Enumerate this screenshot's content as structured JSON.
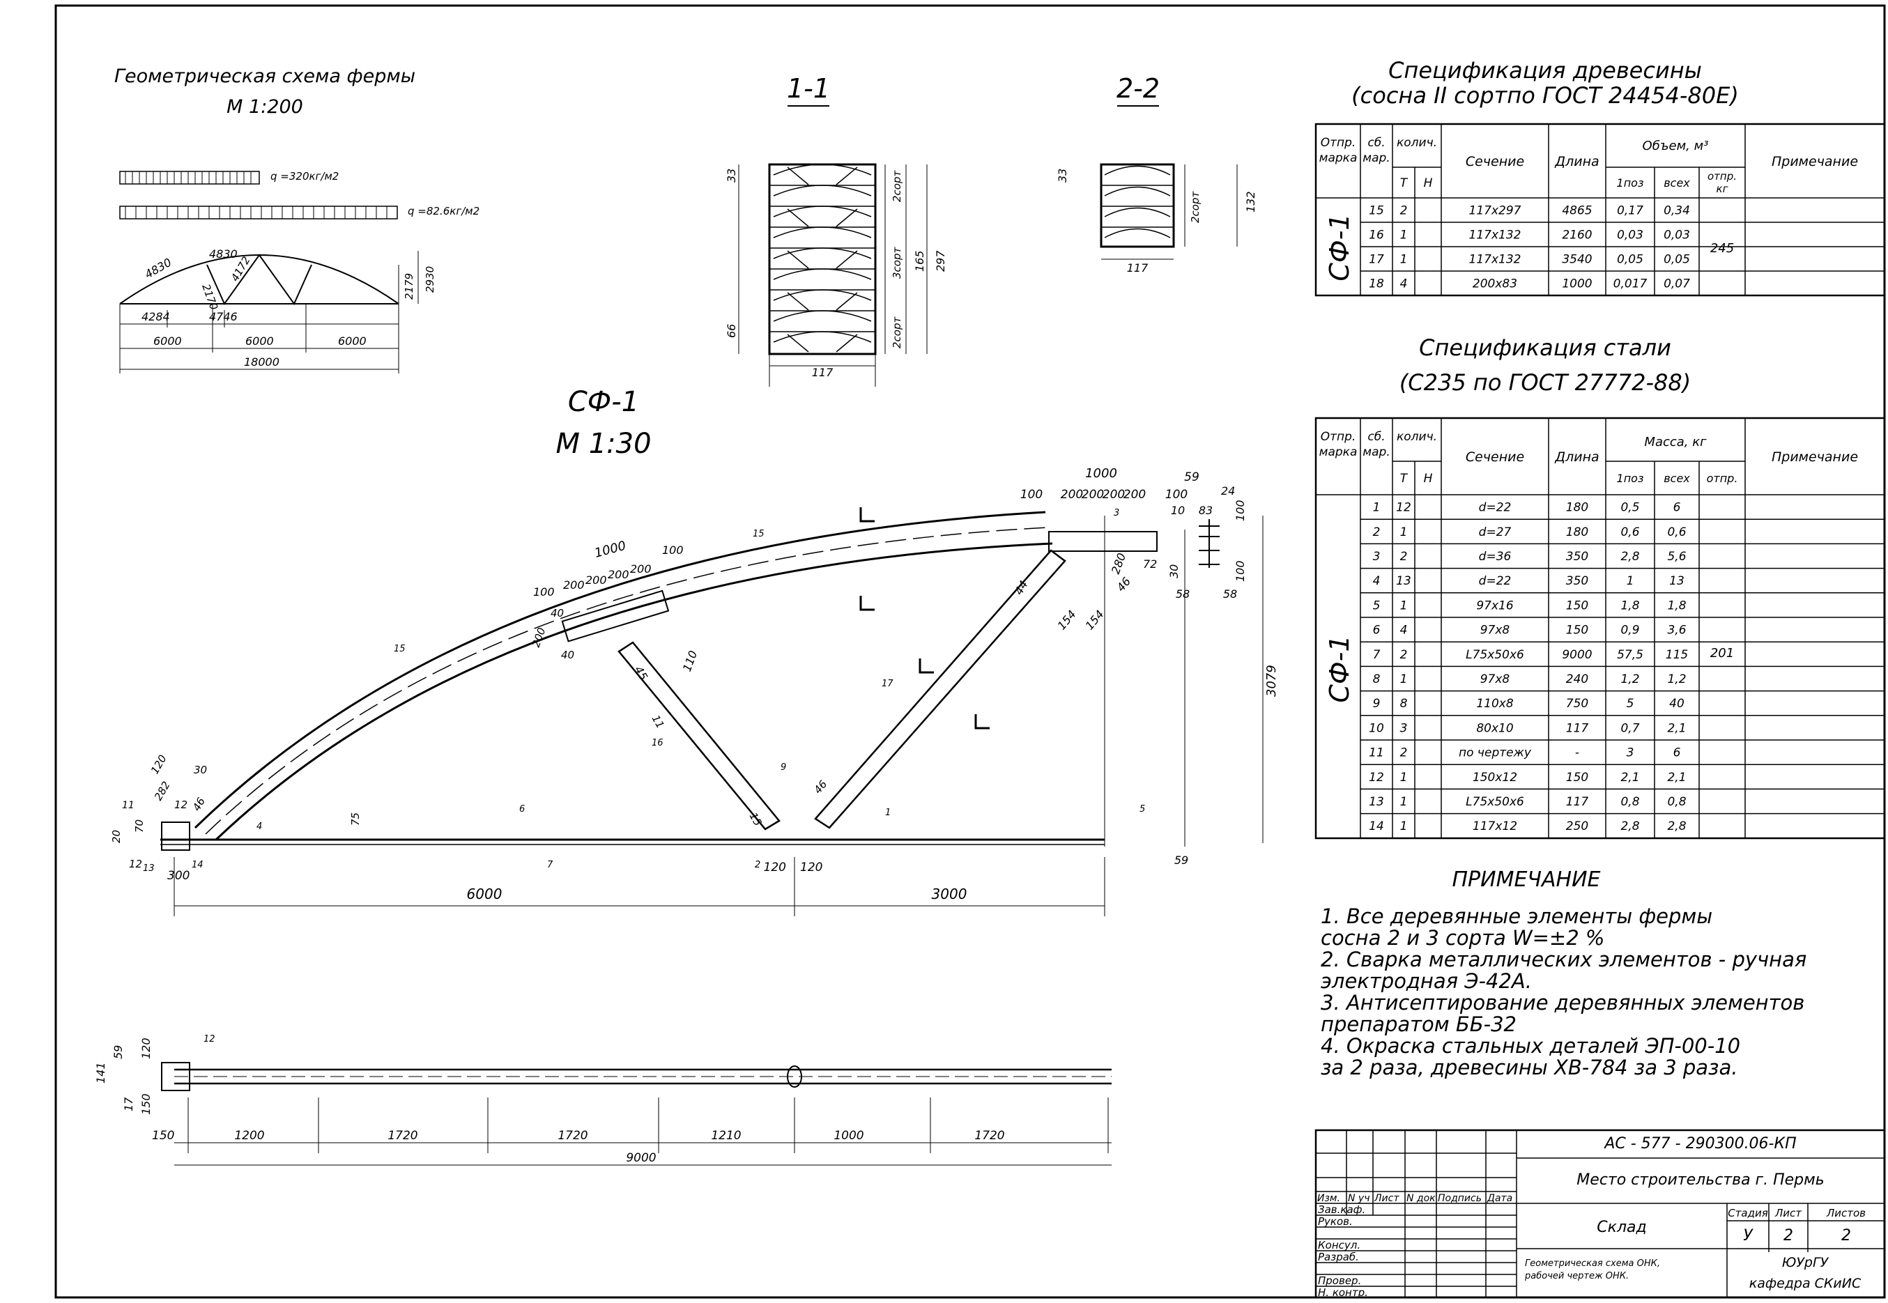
{
  "geometry_scheme": {
    "title": "Геометрическая схема фермы",
    "scale": "М 1:200",
    "loads": [
      "q =320кг/м2",
      "q =82.6кг/м2"
    ],
    "dims": [
      "4830",
      "4830",
      "2170",
      "4172",
      "2179",
      "2930",
      "4284",
      "4746",
      "6000",
      "6000",
      "6000",
      "18000"
    ]
  },
  "truss": {
    "mark": "СФ-1",
    "scale": "М 1:30",
    "dims_bottom": [
      "6000",
      "3000"
    ],
    "dims_plan": [
      "1200",
      "1720",
      "1720",
      "1210",
      "1000",
      "1720"
    ],
    "dims_plan_total": "9000",
    "dims_plan_side": [
      "150",
      "59",
      "120",
      "17",
      "150",
      "141"
    ],
    "height": "3079",
    "top_dims": [
      "1000",
      "100",
      "200",
      "200",
      "200",
      "200",
      "100",
      "59",
      "24",
      "100",
      "10",
      "83",
      "100",
      "30",
      "58",
      "58",
      "59"
    ],
    "mid_dims": [
      "1000",
      "100",
      "200",
      "200",
      "200",
      "200",
      "100",
      "40",
      "200",
      "40"
    ],
    "misc_dims": [
      "120",
      "30",
      "282",
      "12",
      "75",
      "20",
      "12",
      "300",
      "70",
      "11",
      "110",
      "45",
      "44",
      "154",
      "154",
      "46",
      "280",
      "72",
      "15",
      "46",
      "120",
      "120",
      "11",
      "46"
    ],
    "callouts": [
      "15",
      "15",
      "16",
      "17",
      "4",
      "6",
      "7",
      "2",
      "9",
      "1",
      "5",
      "3",
      "12",
      "13",
      "14"
    ]
  },
  "sections": {
    "s1": {
      "title": "1-1",
      "width": "117",
      "dims": [
        "33",
        "66",
        "165",
        "297"
      ],
      "grades": [
        "2сорт",
        "3сорт",
        "2сорт"
      ]
    },
    "s2": {
      "title": "2-2",
      "width": "117",
      "dims": [
        "33",
        "132"
      ],
      "grades": [
        "2сорт"
      ]
    }
  },
  "timber_spec": {
    "title": "Спецификация древесины",
    "subtitle": "(сосна II сортпо ГОСТ 24454-80Е)",
    "headers": {
      "mark": "Отпр. марка",
      "asm": "сб. мар.",
      "qty": "колич.",
      "t": "Т",
      "n": "Н",
      "section": "Сечение",
      "length": "Длина",
      "volume": "Объем, м³",
      "one": "1поз",
      "all": "всех",
      "ship": "отпр. кг",
      "note": "Примечание"
    },
    "mark": "СФ-1",
    "ship_value": "245",
    "rows": [
      [
        "15",
        "2",
        "",
        "117х297",
        "4865",
        "0,17",
        "0,34"
      ],
      [
        "16",
        "1",
        "",
        "117х132",
        "2160",
        "0,03",
        "0,03"
      ],
      [
        "17",
        "1",
        "",
        "117х132",
        "3540",
        "0,05",
        "0,05"
      ],
      [
        "18",
        "4",
        "",
        "200х83",
        "1000",
        "0,017",
        "0,07"
      ]
    ]
  },
  "steel_spec": {
    "title": "Спецификация стали",
    "subtitle": "(С235 по ГОСТ 27772-88)",
    "headers": {
      "mark": "Отпр. марка",
      "asm": "сб. мар.",
      "qty": "колич.",
      "t": "Т",
      "n": "Н",
      "section": "Сечение",
      "length": "Длина",
      "mass": "Масса, кг",
      "one": "1поз",
      "all": "всех",
      "ship": "отпр.",
      "note": "Примечание"
    },
    "mark": "СФ-1",
    "ship_value": "201",
    "rows": [
      [
        "1",
        "12",
        "",
        "d=22",
        "180",
        "0,5",
        "6"
      ],
      [
        "2",
        "1",
        "",
        "d=27",
        "180",
        "0,6",
        "0,6"
      ],
      [
        "3",
        "2",
        "",
        "d=36",
        "350",
        "2,8",
        "5,6"
      ],
      [
        "4",
        "13",
        "",
        "d=22",
        "350",
        "1",
        "13"
      ],
      [
        "5",
        "1",
        "",
        "97х16",
        "150",
        "1,8",
        "1,8"
      ],
      [
        "6",
        "4",
        "",
        "97х8",
        "150",
        "0,9",
        "3,6"
      ],
      [
        "7",
        "2",
        "",
        "L75х50х6",
        "9000",
        "57,5",
        "115"
      ],
      [
        "8",
        "1",
        "",
        "97х8",
        "240",
        "1,2",
        "1,2"
      ],
      [
        "9",
        "8",
        "",
        "110х8",
        "750",
        "5",
        "40"
      ],
      [
        "10",
        "3",
        "",
        "80х10",
        "117",
        "0,7",
        "2,1"
      ],
      [
        "11",
        "2",
        "",
        "по чертежу",
        "-",
        "3",
        "6"
      ],
      [
        "12",
        "1",
        "",
        "150х12",
        "150",
        "2,1",
        "2,1"
      ],
      [
        "13",
        "1",
        "",
        "L75х50х6",
        "117",
        "0,8",
        "0,8"
      ],
      [
        "14",
        "1",
        "",
        "117х12",
        "250",
        "2,8",
        "2,8"
      ]
    ]
  },
  "notes": {
    "title": "ПРИМЕЧАНИЕ",
    "lines": [
      "1. Все деревянные элементы фермы",
      "   сосна 2 и 3 сорта  W=±2 %",
      "2. Сварка металлических элементов - ручная",
      "   электродная Э-42А.",
      "3. Антисептирование деревянных элементов",
      "   препаратом ББ-32",
      "4. Окраска стальных деталей ЭП-00-10",
      "   за 2 раза, древесины ХВ-784 за 3 раза."
    ]
  },
  "title_block": {
    "code": "АС - 577 - 290300.06-КП",
    "place": "Место строительства г. Пермь",
    "object": "Склад",
    "sheet_desc": [
      "Геометрическая схема ОНК,",
      "рабочей чертеж ОНК."
    ],
    "stage_label": "Стадия",
    "sheet_label": "Лист",
    "sheets_label": "Листов",
    "stage": "У",
    "sheet": "2",
    "sheets": "2",
    "org1": "ЮУрГУ",
    "org2": "кафедра СКиИС",
    "rev_headers": [
      "Изм.",
      "N уч",
      "Лист",
      "N док",
      "Подпись",
      "Дата"
    ],
    "roles": [
      "Зав.каф.",
      "Руков.",
      "Консул.",
      "Разраб.",
      "Провер.",
      "Н. контр."
    ]
  }
}
